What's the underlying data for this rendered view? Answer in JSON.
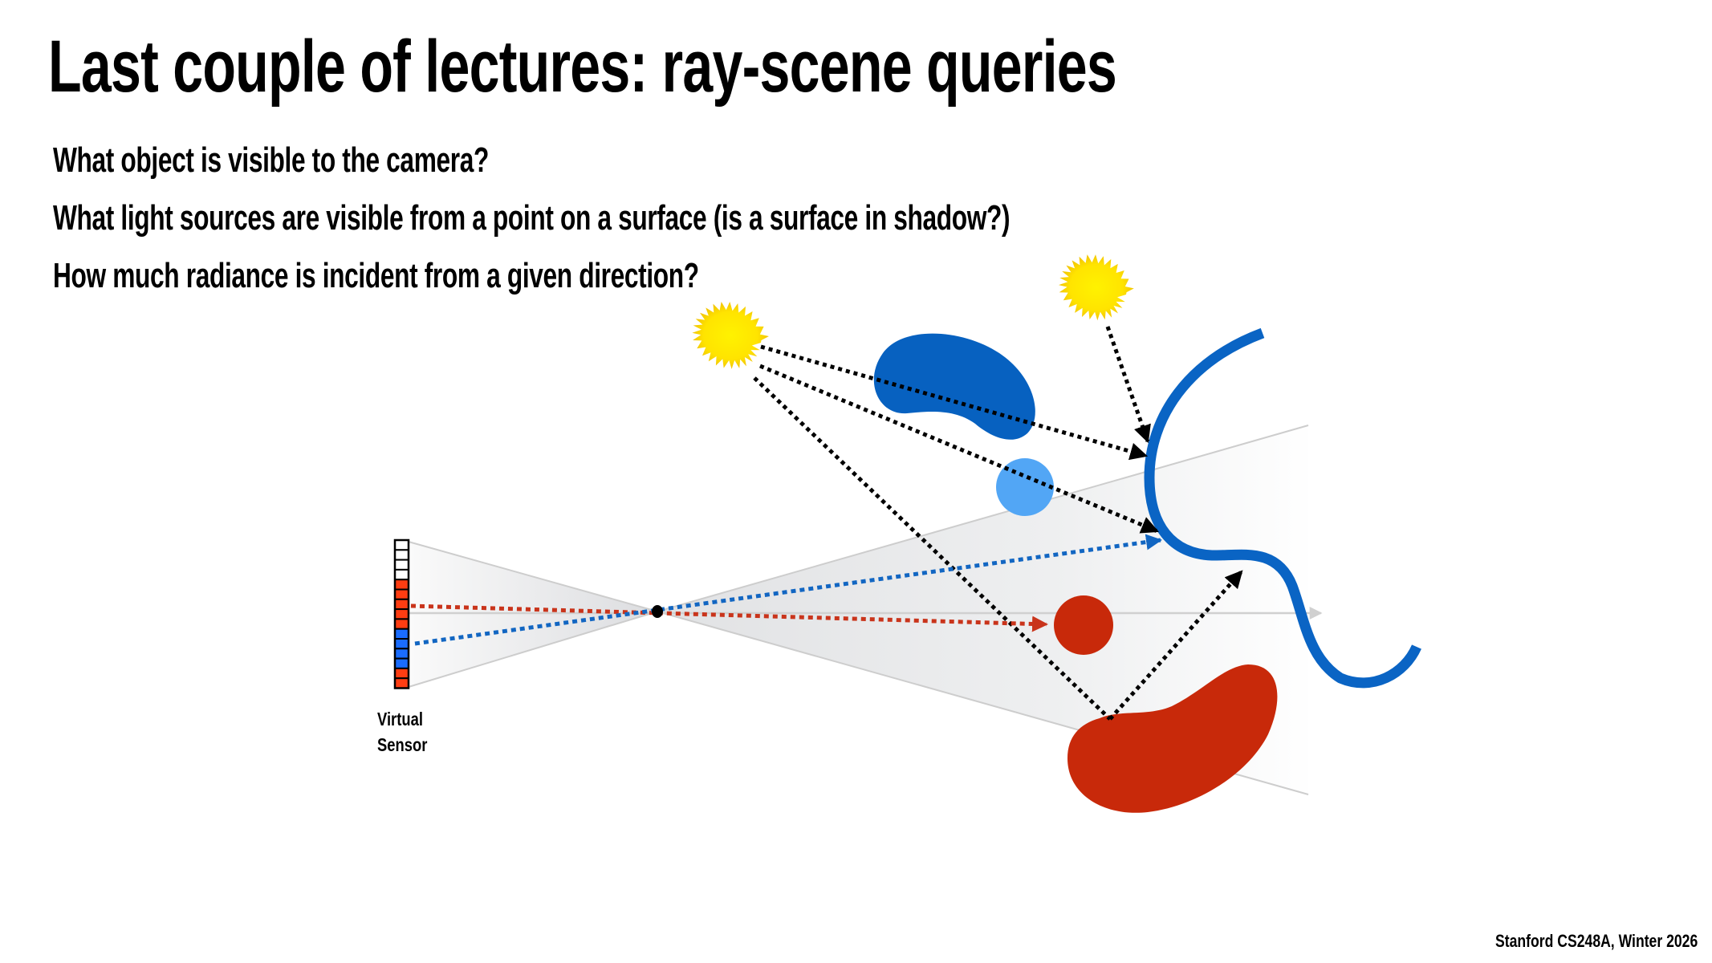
{
  "slide": {
    "title": "Last couple of lectures: ray-scene queries",
    "bullets": [
      "What object is visible to the camera?",
      "What light sources are visible from a point on a surface (is a surface in shadow?)",
      "How much radiance is incident from a given direction?"
    ],
    "footer": "Stanford CS248A, Winter 2026"
  },
  "diagram": {
    "sensor_label_line1": "Virtual",
    "sensor_label_line2": "Sensor",
    "sensor_cells": [
      "white",
      "white",
      "white",
      "white",
      "red",
      "red",
      "red",
      "red",
      "red",
      "blue",
      "blue",
      "blue",
      "blue",
      "red",
      "red"
    ],
    "colors": {
      "sensor_red": "#ff3d12",
      "sensor_blue": "#1a6cff",
      "sun": "#ffe600",
      "dark_blue_object": "#0761c0",
      "light_blue_object": "#52a6f5",
      "red_object": "#c8290a",
      "surface_curve": "#0a64c4",
      "camera_ray_red": "#c9341b",
      "camera_ray_blue": "#1266c2",
      "shadow_ray": "#000000",
      "frustum_line": "#cfcfcf"
    },
    "icons": [
      "sun-icon",
      "sun-icon",
      "pinhole-camera-icon"
    ]
  }
}
